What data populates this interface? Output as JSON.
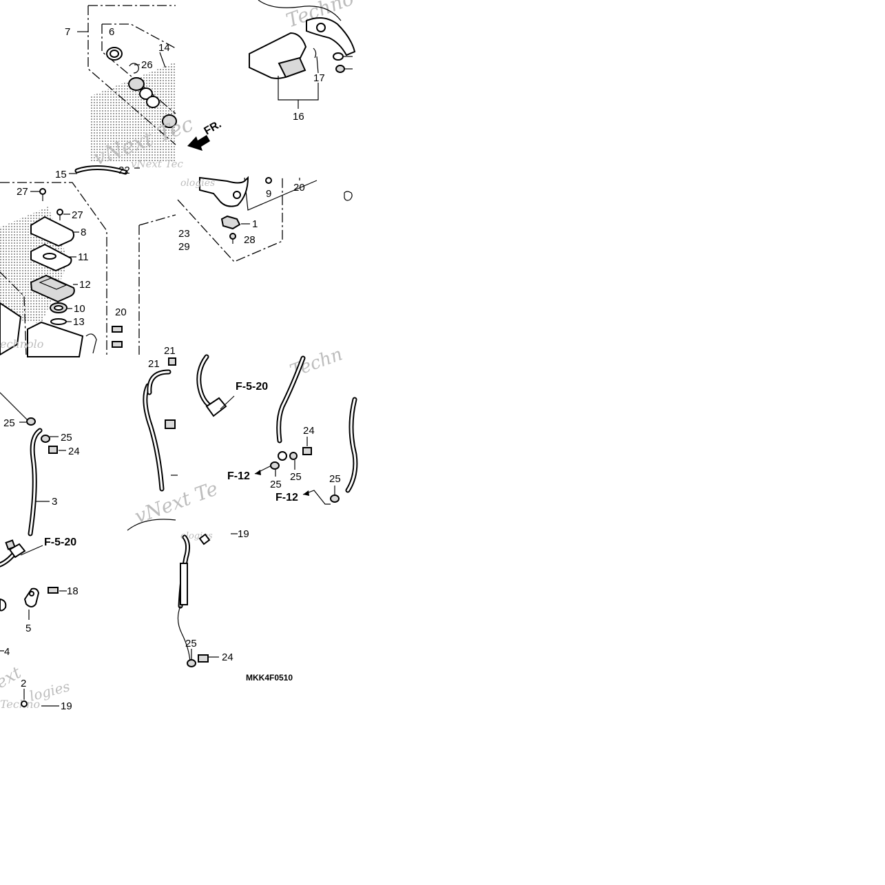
{
  "watermark": {
    "texts": [
      "Techno",
      "vNext Tec",
      "ologies",
      "Techn",
      "vNext Te",
      "ext",
      "Techno",
      "ologies",
      "echnolo",
      "Techn",
      "logies",
      "xt"
    ]
  },
  "callouts": {
    "c7": "7",
    "c6": "6",
    "c14": "14",
    "c26": "26",
    "c15": "15",
    "c22": "22",
    "c17": "17",
    "c16": "16",
    "c9": "9",
    "c20a": "20",
    "c1": "1",
    "c28": "28",
    "c23": "23",
    "c29": "29",
    "c27a": "27",
    "c27b": "27",
    "c8": "8",
    "c11": "11",
    "c12": "12",
    "c10": "10",
    "c13": "13",
    "c20b": "20",
    "c21a": "21",
    "c21b": "21",
    "c25a": "25",
    "c25b": "25",
    "c24a": "24",
    "c3": "3",
    "c24b": "24",
    "c25c": "25",
    "c25d": "25",
    "c25e": "25",
    "c18": "18",
    "c5": "5",
    "c4": "4",
    "c2": "2",
    "c19a": "19",
    "c19b": "19",
    "c25f": "25",
    "c24c": "24"
  },
  "refs": {
    "f520a": "F-5-20",
    "f520b": "F-5-20",
    "f12a": "F-12",
    "f12b": "F-12"
  },
  "direction": {
    "label": "FR."
  },
  "diagram_code": "MKK4F0510"
}
